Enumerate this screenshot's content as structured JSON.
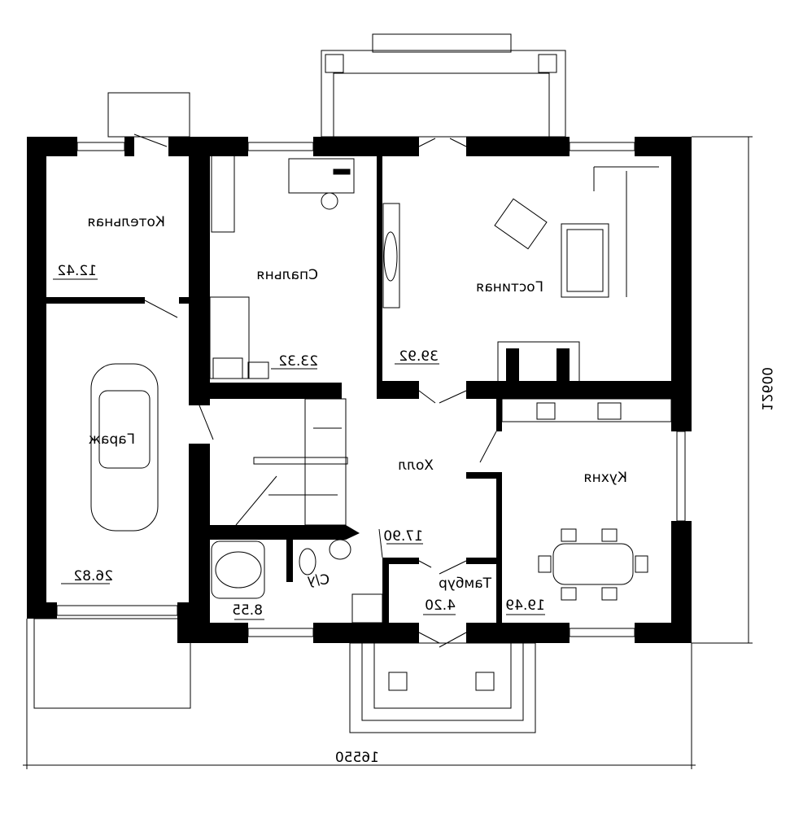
{
  "plan": {
    "rooms": [
      {
        "name": "Котельная",
        "area": "12.42"
      },
      {
        "name": "Гараж",
        "area": "26.82"
      },
      {
        "name": "Спальня",
        "area": "23.32"
      },
      {
        "name": "Гостиная",
        "area": "39.92"
      },
      {
        "name": "Холл",
        "area": "17.90"
      },
      {
        "name": "Кухня",
        "area": "19.49"
      },
      {
        "name": "Тамбур",
        "area": "4.20"
      },
      {
        "name": "С/у",
        "area": "8.55"
      }
    ],
    "dimensions": {
      "width": "16550",
      "height": "12600"
    },
    "colors": {
      "walls": "#000000",
      "background": "#ffffff"
    }
  }
}
